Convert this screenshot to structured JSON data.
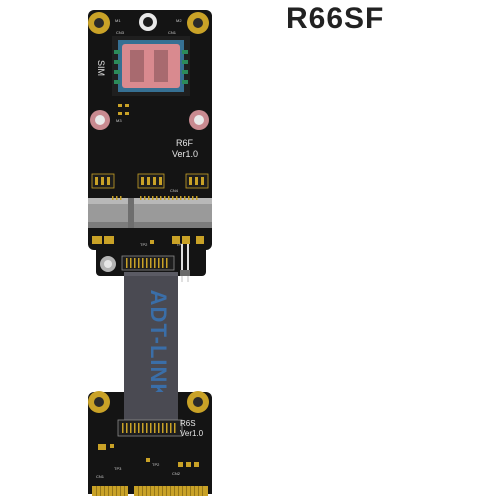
{
  "title": "R66SF",
  "brand_text": "ADT-LINK",
  "top_board": {
    "silkscreen_sim": "SIM",
    "silkscreen_model": "R6F",
    "silkscreen_version": "Ver1.0",
    "labels": [
      "M1",
      "M2",
      "CN3",
      "CN1",
      "CN4",
      "M3",
      "TP2",
      "TP1"
    ]
  },
  "bottom_board": {
    "silkscreen_model": "R6S",
    "silkscreen_version": "Ver1.0",
    "labels": [
      "TP2",
      "TP3",
      "CN2",
      "CN1"
    ]
  },
  "colors": {
    "pcb": "#121212",
    "gold": "#c9a227",
    "cable": "#4a4a52",
    "slot": "#9a9a9a",
    "sim_tray": "#d98a8f",
    "sim_frame": "#3b7fa8"
  }
}
